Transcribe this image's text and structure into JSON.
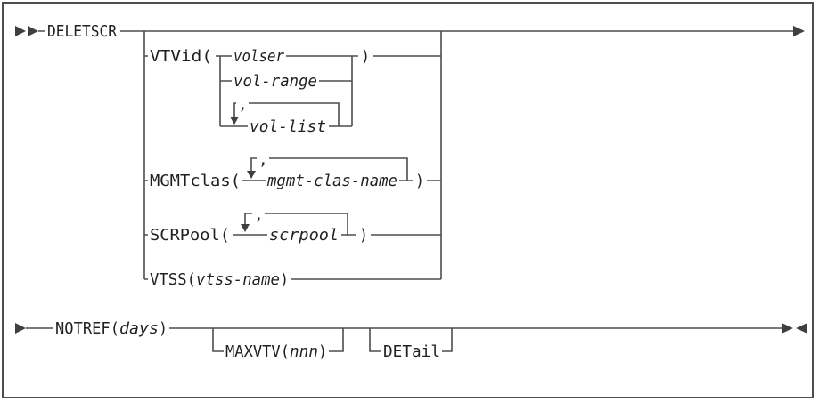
{
  "colors": {
    "line": "#4d4d4f",
    "text": "#231f20",
    "background": "#ffffff"
  },
  "diagram": {
    "command": "DELETSCR",
    "repeat_separator": ",",
    "vtvid": {
      "keyword": "VTVid(",
      "close": ")",
      "alternatives": {
        "volser": "volser",
        "vol_range": "vol-range",
        "vol_list": "vol-list"
      }
    },
    "mgmtclas": {
      "keyword": "MGMTclas(",
      "variable": "mgmt-clas-name",
      "close": ")"
    },
    "scrpool": {
      "keyword": "SCRPool(",
      "variable": "scrpool",
      "close": ")"
    },
    "vtss": {
      "keyword": "VTSS(",
      "variable": "vtss-name",
      "close": ")"
    },
    "notref": {
      "keyword": "NOTREF(",
      "variable": "days",
      "close": ")"
    },
    "maxvtv": {
      "keyword": "MAXVTV(",
      "variable": "nnn",
      "close": ")"
    },
    "detail": {
      "keyword": "DETail"
    }
  }
}
